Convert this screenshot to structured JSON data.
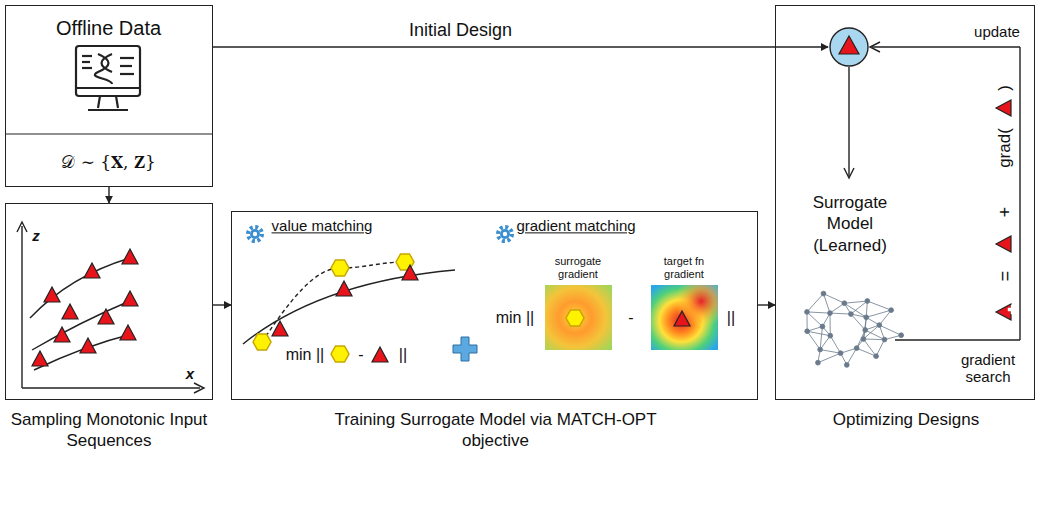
{
  "diagram": {
    "nodes": [
      {
        "text": [
          "Offline Data",
          "𝒟 ∼ {𝐗, 𝐙}"
        ]
      },
      {
        "text": [
          "Sampling Monotonic Input Sequences"
        ]
      },
      {
        "text": [
          "Training Surrogate Model via MATCH-OPT objective"
        ]
      },
      {
        "text": [
          "Optimizing Designs",
          "Surrogate Model (Learned)"
        ]
      }
    ],
    "edges": [
      {
        "from": 0,
        "to": 3,
        "arrow": "to",
        "label": "Initial Design"
      },
      {
        "from": 0,
        "to": 1,
        "arrow": "to"
      },
      {
        "from": 1,
        "to": 2,
        "arrow": "to"
      },
      {
        "from": 2,
        "to": 3,
        "arrow": "to"
      }
    ],
    "labels": [
      "z",
      "x",
      "value matching",
      "gradient matching",
      "min ||",
      "-",
      "||",
      "surrogate gradient",
      "target fn gradient",
      "min ||",
      "-",
      "||",
      "update",
      "gradient search",
      "=",
      "+",
      "grad(",
      ")"
    ]
  }
}
